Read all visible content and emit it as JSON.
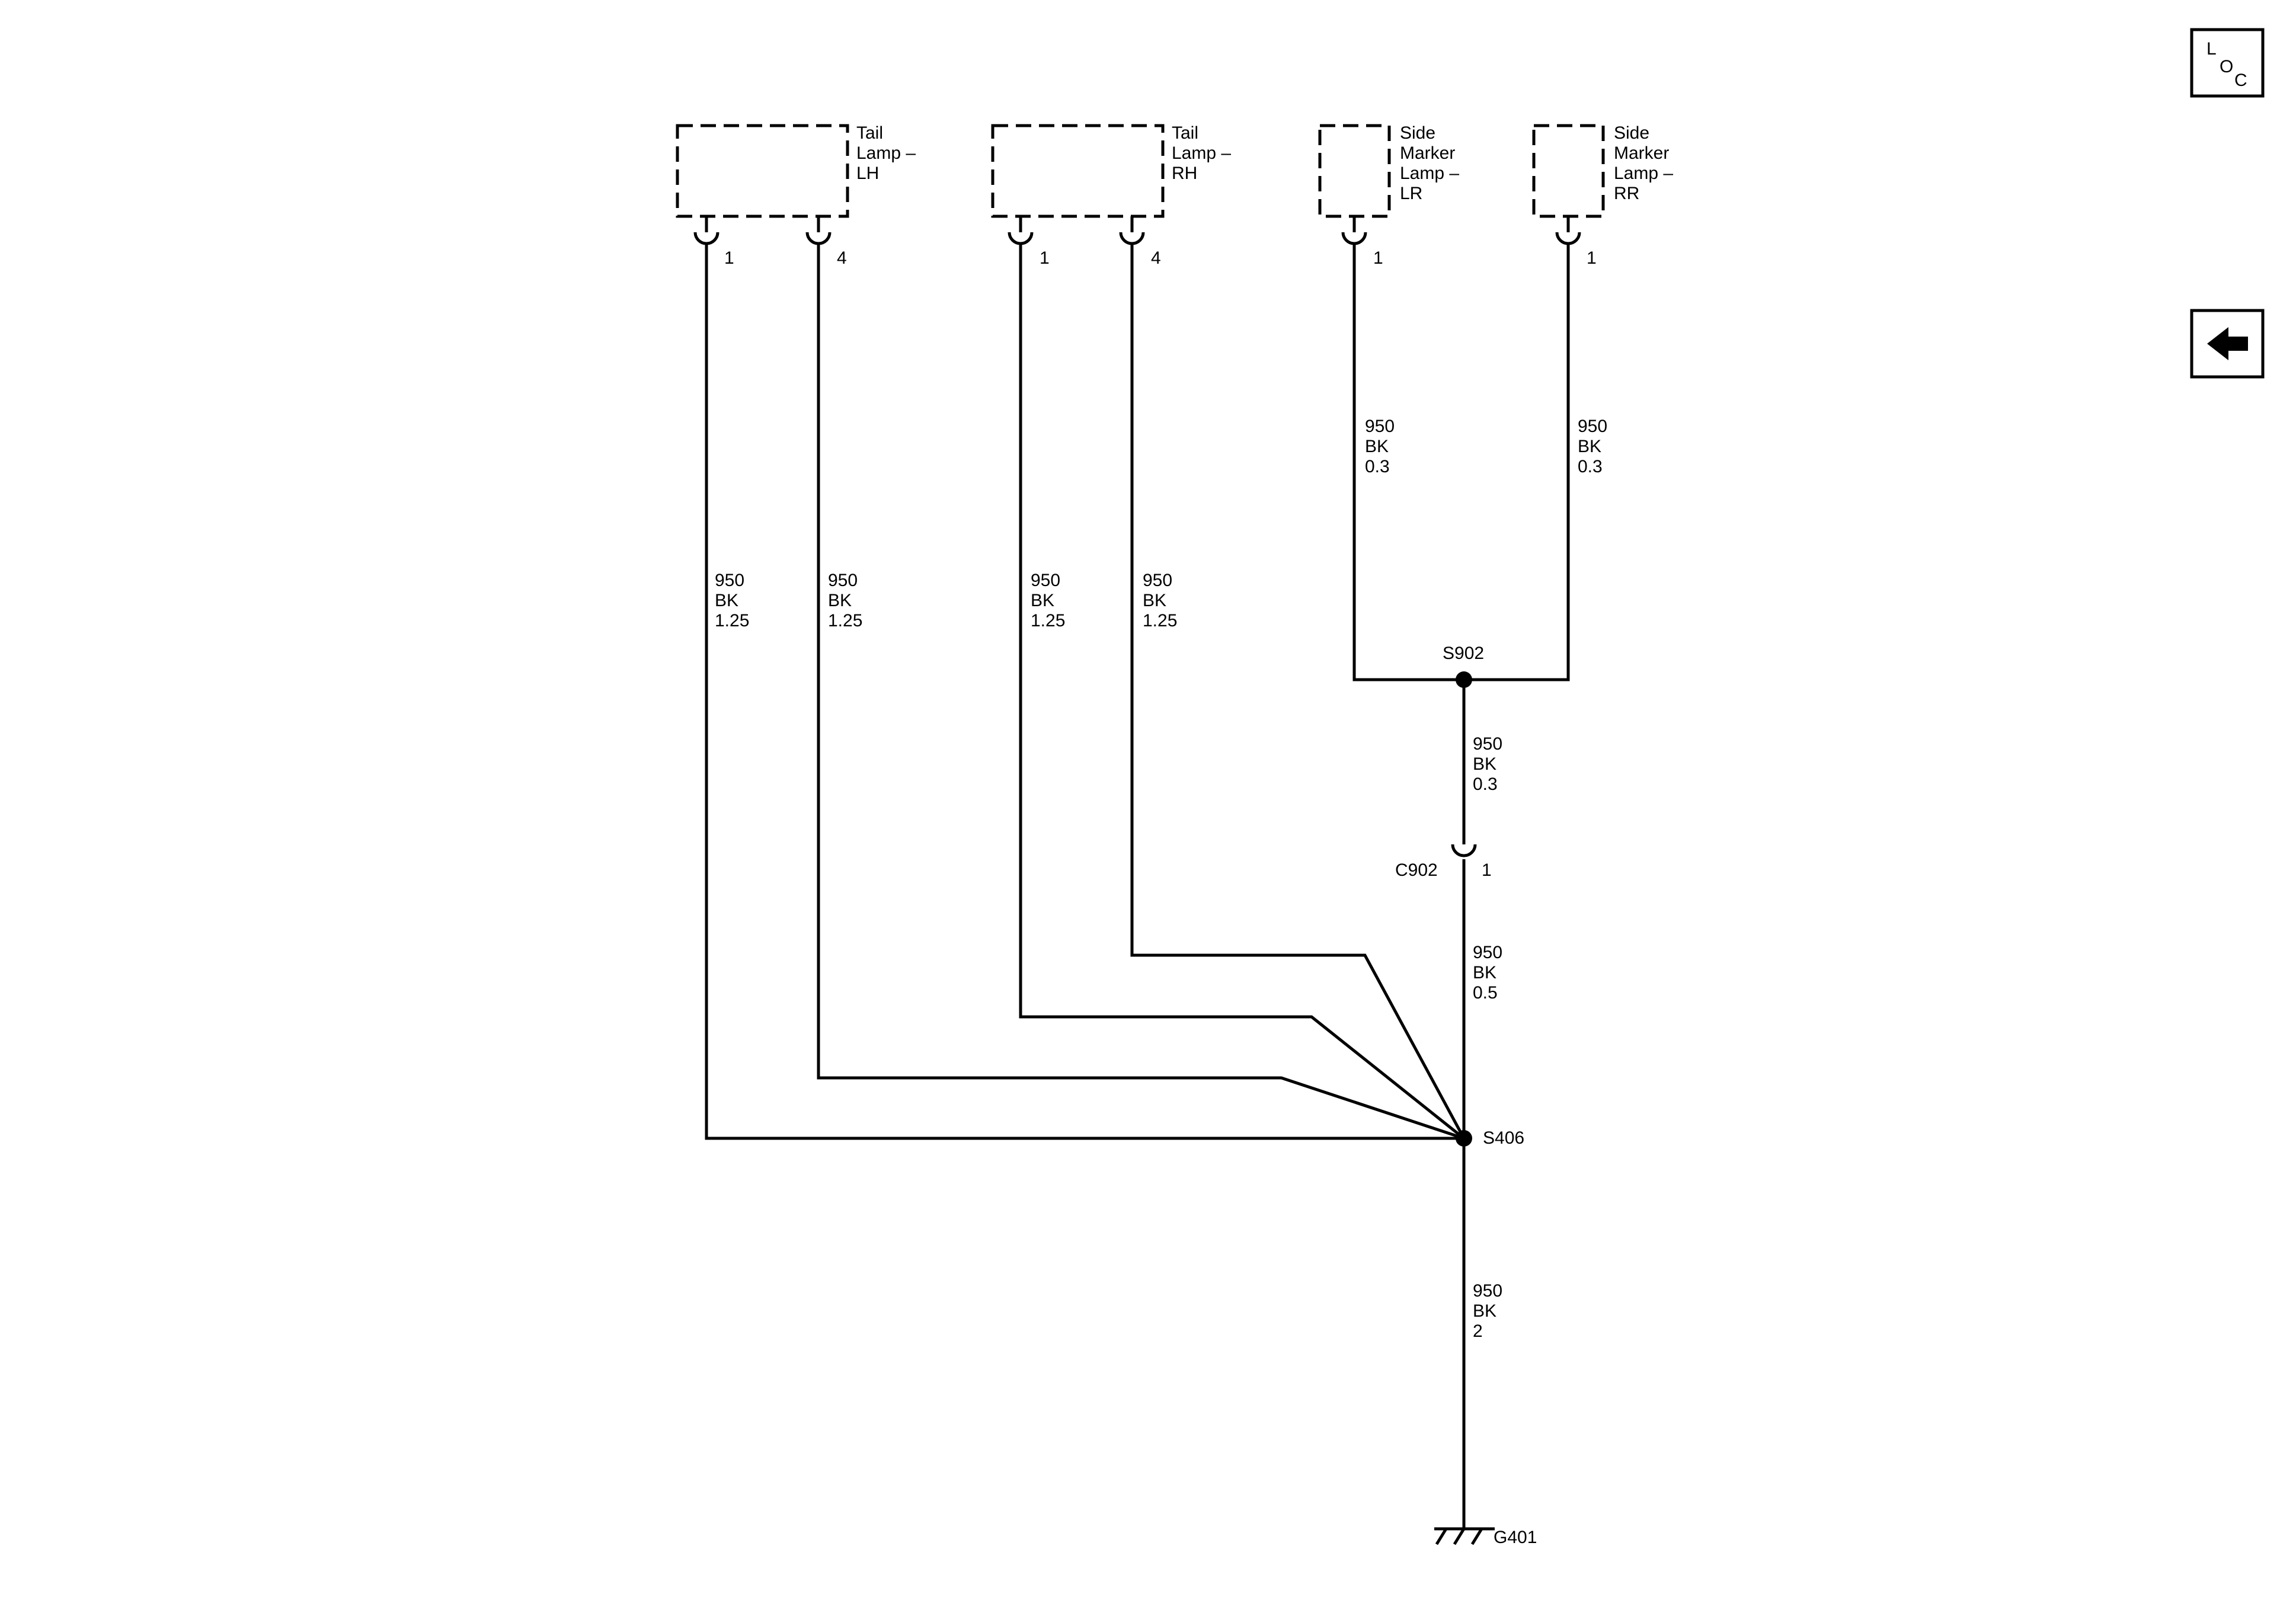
{
  "components": [
    {
      "id": "tail_lh",
      "label_lines": [
        "Tail",
        "Lamp –",
        "LH"
      ],
      "pins": [
        "1",
        "4"
      ]
    },
    {
      "id": "tail_rh",
      "label_lines": [
        "Tail",
        "Lamp –",
        "RH"
      ],
      "pins": [
        "1",
        "4"
      ]
    },
    {
      "id": "side_lr",
      "label_lines": [
        "Side",
        "Marker",
        "Lamp –",
        "LR"
      ],
      "pins": [
        "1"
      ]
    },
    {
      "id": "side_rr",
      "label_lines": [
        "Side",
        "Marker",
        "Lamp –",
        "RR"
      ],
      "pins": [
        "1"
      ]
    }
  ],
  "wires": {
    "tail_lh_1": [
      "950",
      "BK",
      "1.25"
    ],
    "tail_lh_4": [
      "950",
      "BK",
      "1.25"
    ],
    "tail_rh_1": [
      "950",
      "BK",
      "1.25"
    ],
    "tail_rh_4": [
      "950",
      "BK",
      "1.25"
    ],
    "side_lr_1": [
      "950",
      "BK",
      "0.3"
    ],
    "side_rr_1": [
      "950",
      "BK",
      "0.3"
    ],
    "s902_c902": [
      "950",
      "BK",
      "0.3"
    ],
    "c902_s406": [
      "950",
      "BK",
      "0.5"
    ],
    "s406_g401": [
      "950",
      "BK",
      "2"
    ]
  },
  "splices": {
    "s902": "S902",
    "s406": "S406"
  },
  "connector": {
    "name": "C902",
    "pin": "1"
  },
  "ground": "G401",
  "nav": {
    "loc_letters": [
      "L",
      "O",
      "C"
    ],
    "back_icon": "left-arrow-icon"
  }
}
